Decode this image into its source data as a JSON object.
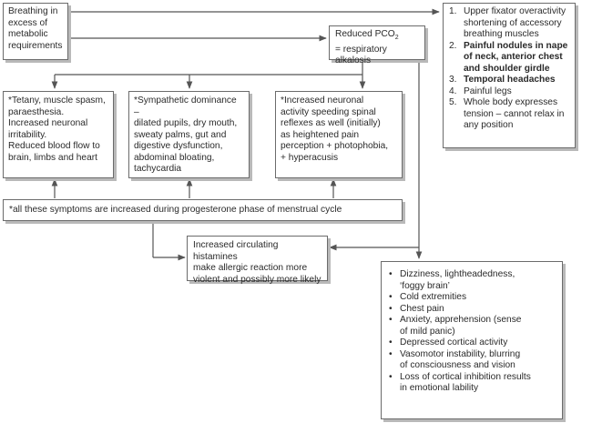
{
  "boxes": {
    "breathing": [
      "Breathing in",
      "excess of",
      "metabolic",
      "requirements"
    ],
    "pco2": {
      "line1_pre": "Reduced PCO",
      "sub": "2",
      "line2": "= respiratory alkalosis"
    },
    "tetany": [
      "*Tetany, muscle spasm,",
      "paraesthesia.",
      "Increased neuronal",
      "irritability.",
      "Reduced blood flow to",
      "brain, limbs and heart"
    ],
    "sympathetic": [
      "*Sympathetic dominance –",
      "dilated pupils, dry mouth,",
      "sweaty palms, gut and",
      "digestive dysfunction,",
      "abdominal bloating,",
      "tachycardia"
    ],
    "neuronal": [
      "*Increased neuronal",
      "activity speeding spinal",
      "reflexes as well (initially)",
      "as heightened pain",
      "perception + photophobia,",
      "+ hyperacusis"
    ],
    "progesterone": "*all these symptoms are increased during progesterone phase of menstrual cycle",
    "histamines": [
      "Increased circulating histamines",
      "make allergic reaction more",
      "violent and possibly more likely"
    ]
  },
  "upper_list": [
    {
      "num": "1.",
      "lines": [
        "Upper fixator overactivity",
        "shortening of accessory",
        "breathing muscles"
      ],
      "bold": false
    },
    {
      "num": "2.",
      "lines": [
        "Painful nodules in nape",
        "of  neck, anterior chest",
        "and shoulder girdle"
      ],
      "bold": true
    },
    {
      "num": "3.",
      "lines": [
        "Temporal headaches"
      ],
      "bold": true
    },
    {
      "num": "4.",
      "lines": [
        "Painful legs"
      ],
      "bold": false
    },
    {
      "num": "5.",
      "lines": [
        "Whole body expresses",
        "tension – cannot relax in",
        "any position"
      ],
      "bold": false
    }
  ],
  "lower_list": [
    {
      "lines": [
        "Dizziness, lightheadedness,",
        "‘foggy brain’"
      ]
    },
    {
      "lines": [
        "Cold extremities"
      ]
    },
    {
      "lines": [
        "Chest pain"
      ]
    },
    {
      "lines": [
        "Anxiety, apprehension (sense",
        "of mild panic)"
      ]
    },
    {
      "lines": [
        "Depressed cortical activity"
      ]
    },
    {
      "lines": [
        "Vasomotor instability, blurring",
        "of consciousness and vision"
      ]
    },
    {
      "lines": [
        "Loss of cortical inhibition results",
        "in emotional lability"
      ]
    }
  ]
}
